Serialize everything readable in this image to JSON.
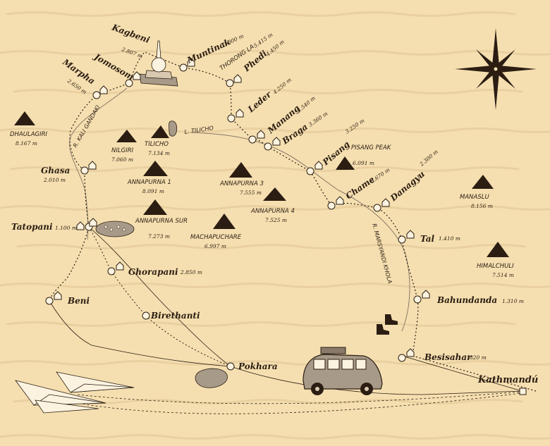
{
  "map": {
    "places": [
      {
        "id": "kagbeni",
        "name": "Kagbeni",
        "elev": "2.807 m"
      },
      {
        "id": "muntinak",
        "name": "Muntinak",
        "elev": "3.800 m"
      },
      {
        "id": "jomosom",
        "name": "Jomosom",
        "elev": ""
      },
      {
        "id": "marpha",
        "name": "Marpha",
        "elev": "2.650 m"
      },
      {
        "id": "thorong",
        "name": "THORONG LA",
        "elev": "5.415 m"
      },
      {
        "id": "phedi",
        "name": "Phedi",
        "elev": "4.450 m"
      },
      {
        "id": "leder",
        "name": "Leder",
        "elev": "4.250 m"
      },
      {
        "id": "manang",
        "name": "Manang",
        "elev": "3.540 m"
      },
      {
        "id": "braga",
        "name": "Braga",
        "elev": "3.360 m"
      },
      {
        "id": "pisang",
        "name": "Pisang",
        "elev": "3.250 m"
      },
      {
        "id": "chame",
        "name": "Chame",
        "elev": "2.670 m"
      },
      {
        "id": "danagyu",
        "name": "Danagyu",
        "elev": "2.300 m"
      },
      {
        "id": "tal",
        "name": "Tal",
        "elev": "1.410 m"
      },
      {
        "id": "bahundanda",
        "name": "Bahundanda",
        "elev": "1.310 m"
      },
      {
        "id": "besisahar",
        "name": "Besisahar",
        "elev": "820 m"
      },
      {
        "id": "kathmandu",
        "name": "Kathmandú",
        "elev": ""
      },
      {
        "id": "pokhara",
        "name": "Pokhara",
        "elev": ""
      },
      {
        "id": "birethanti",
        "name": "Birethanti",
        "elev": ""
      },
      {
        "id": "ghorapani",
        "name": "Ghorapani",
        "elev": "2.850 m"
      },
      {
        "id": "beni",
        "name": "Beni",
        "elev": ""
      },
      {
        "id": "tatopani",
        "name": "Tatopani",
        "elev": "1.100 m"
      },
      {
        "id": "ghasa",
        "name": "Ghasa",
        "elev": "2.010 m"
      }
    ],
    "peaks": [
      {
        "id": "dhaulagiri",
        "name": "DHAULAGIRI",
        "elev": "8.167 m"
      },
      {
        "id": "nilgiri",
        "name": "NILGIRI",
        "elev": "7.060 m"
      },
      {
        "id": "tilicho",
        "name": "TILICHO",
        "elev": "7.134 m"
      },
      {
        "id": "annapurna1",
        "name": "ANNAPURNA 1",
        "elev": "8.091 m"
      },
      {
        "id": "annapurna3",
        "name": "ANNAPURNA 3",
        "elev": "7.555 m"
      },
      {
        "id": "annapurna4",
        "name": "ANNAPURNA 4",
        "elev": "7.525 m"
      },
      {
        "id": "annapurnasur",
        "name": "ANNAPURNA SUR",
        "elev": "7.273 m"
      },
      {
        "id": "machapuchare",
        "name": "MACHAPUCHARE",
        "elev": "6.997 m"
      },
      {
        "id": "pisangpeak",
        "name": "PISANG PEAK",
        "elev": "6.091 m"
      },
      {
        "id": "manaslu",
        "name": "MANASLU",
        "elev": "8.156 m"
      },
      {
        "id": "himalchuli",
        "name": "HIMALCHULI",
        "elev": "7.514 m"
      }
    ],
    "features": {
      "lake": "L. TILICHO",
      "river_kali": "R. KALI GANDAKI",
      "river_marsyandi": "R. MARSYANDI KHOLA"
    },
    "colors": {
      "parchment": "#f5dfb0",
      "ink": "#2b1d12",
      "stone": "#a89a88"
    }
  }
}
